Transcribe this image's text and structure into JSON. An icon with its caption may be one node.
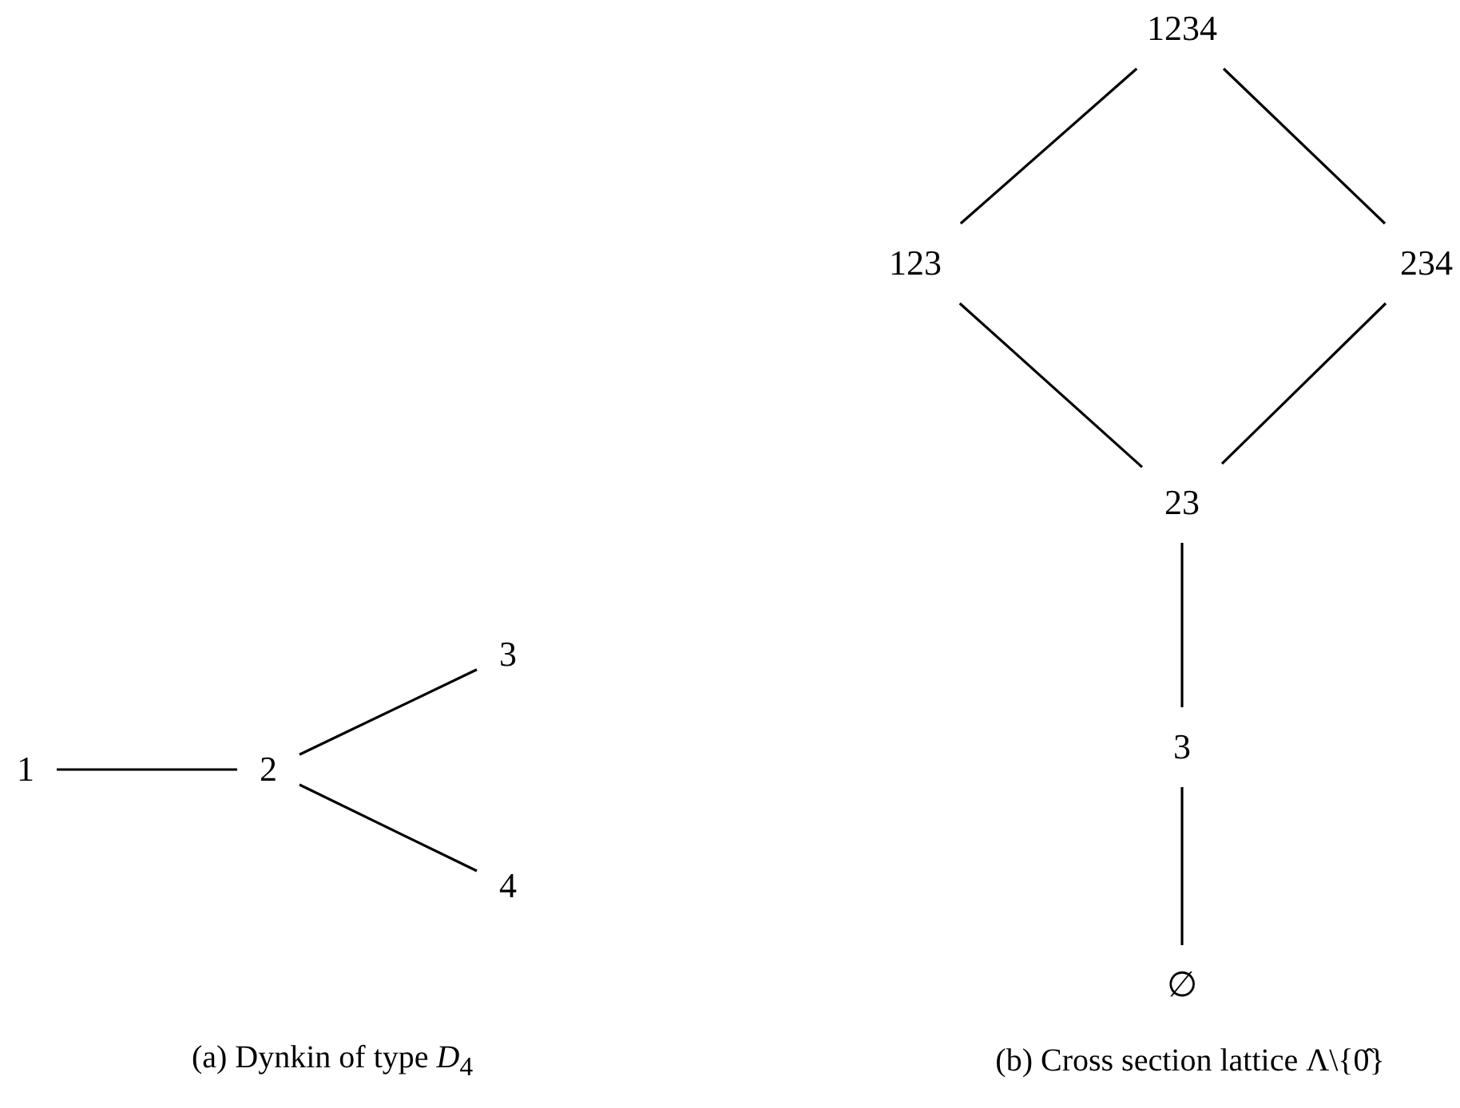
{
  "diagram": {
    "nodes": [
      {
        "text": [
          "1"
        ]
      },
      {
        "text": [
          "2"
        ]
      },
      {
        "text": [
          "3"
        ]
      },
      {
        "text": [
          "4"
        ]
      },
      {
        "text": [
          "1234"
        ]
      },
      {
        "text": [
          "123"
        ]
      },
      {
        "text": [
          "234"
        ]
      },
      {
        "text": [
          "23"
        ]
      },
      {
        "text": [
          "3"
        ]
      },
      {
        "text": [
          "∅"
        ]
      }
    ],
    "edges": [
      {
        "from": 0,
        "to": 1,
        "arrow": "none"
      },
      {
        "from": 1,
        "to": 2,
        "arrow": "none"
      },
      {
        "from": 1,
        "to": 3,
        "arrow": "none"
      },
      {
        "from": 4,
        "to": 5,
        "arrow": "none"
      },
      {
        "from": 4,
        "to": 6,
        "arrow": "none"
      },
      {
        "from": 5,
        "to": 7,
        "arrow": "none"
      },
      {
        "from": 6,
        "to": 7,
        "arrow": "none"
      },
      {
        "from": 7,
        "to": 8,
        "arrow": "none"
      },
      {
        "from": 8,
        "to": 9,
        "arrow": "none"
      }
    ],
    "labels": [
      "(a) Dynkin of type *D*$_{4}$",
      "(b) Cross section lattice Λ\\{0̂}"
    ]
  }
}
